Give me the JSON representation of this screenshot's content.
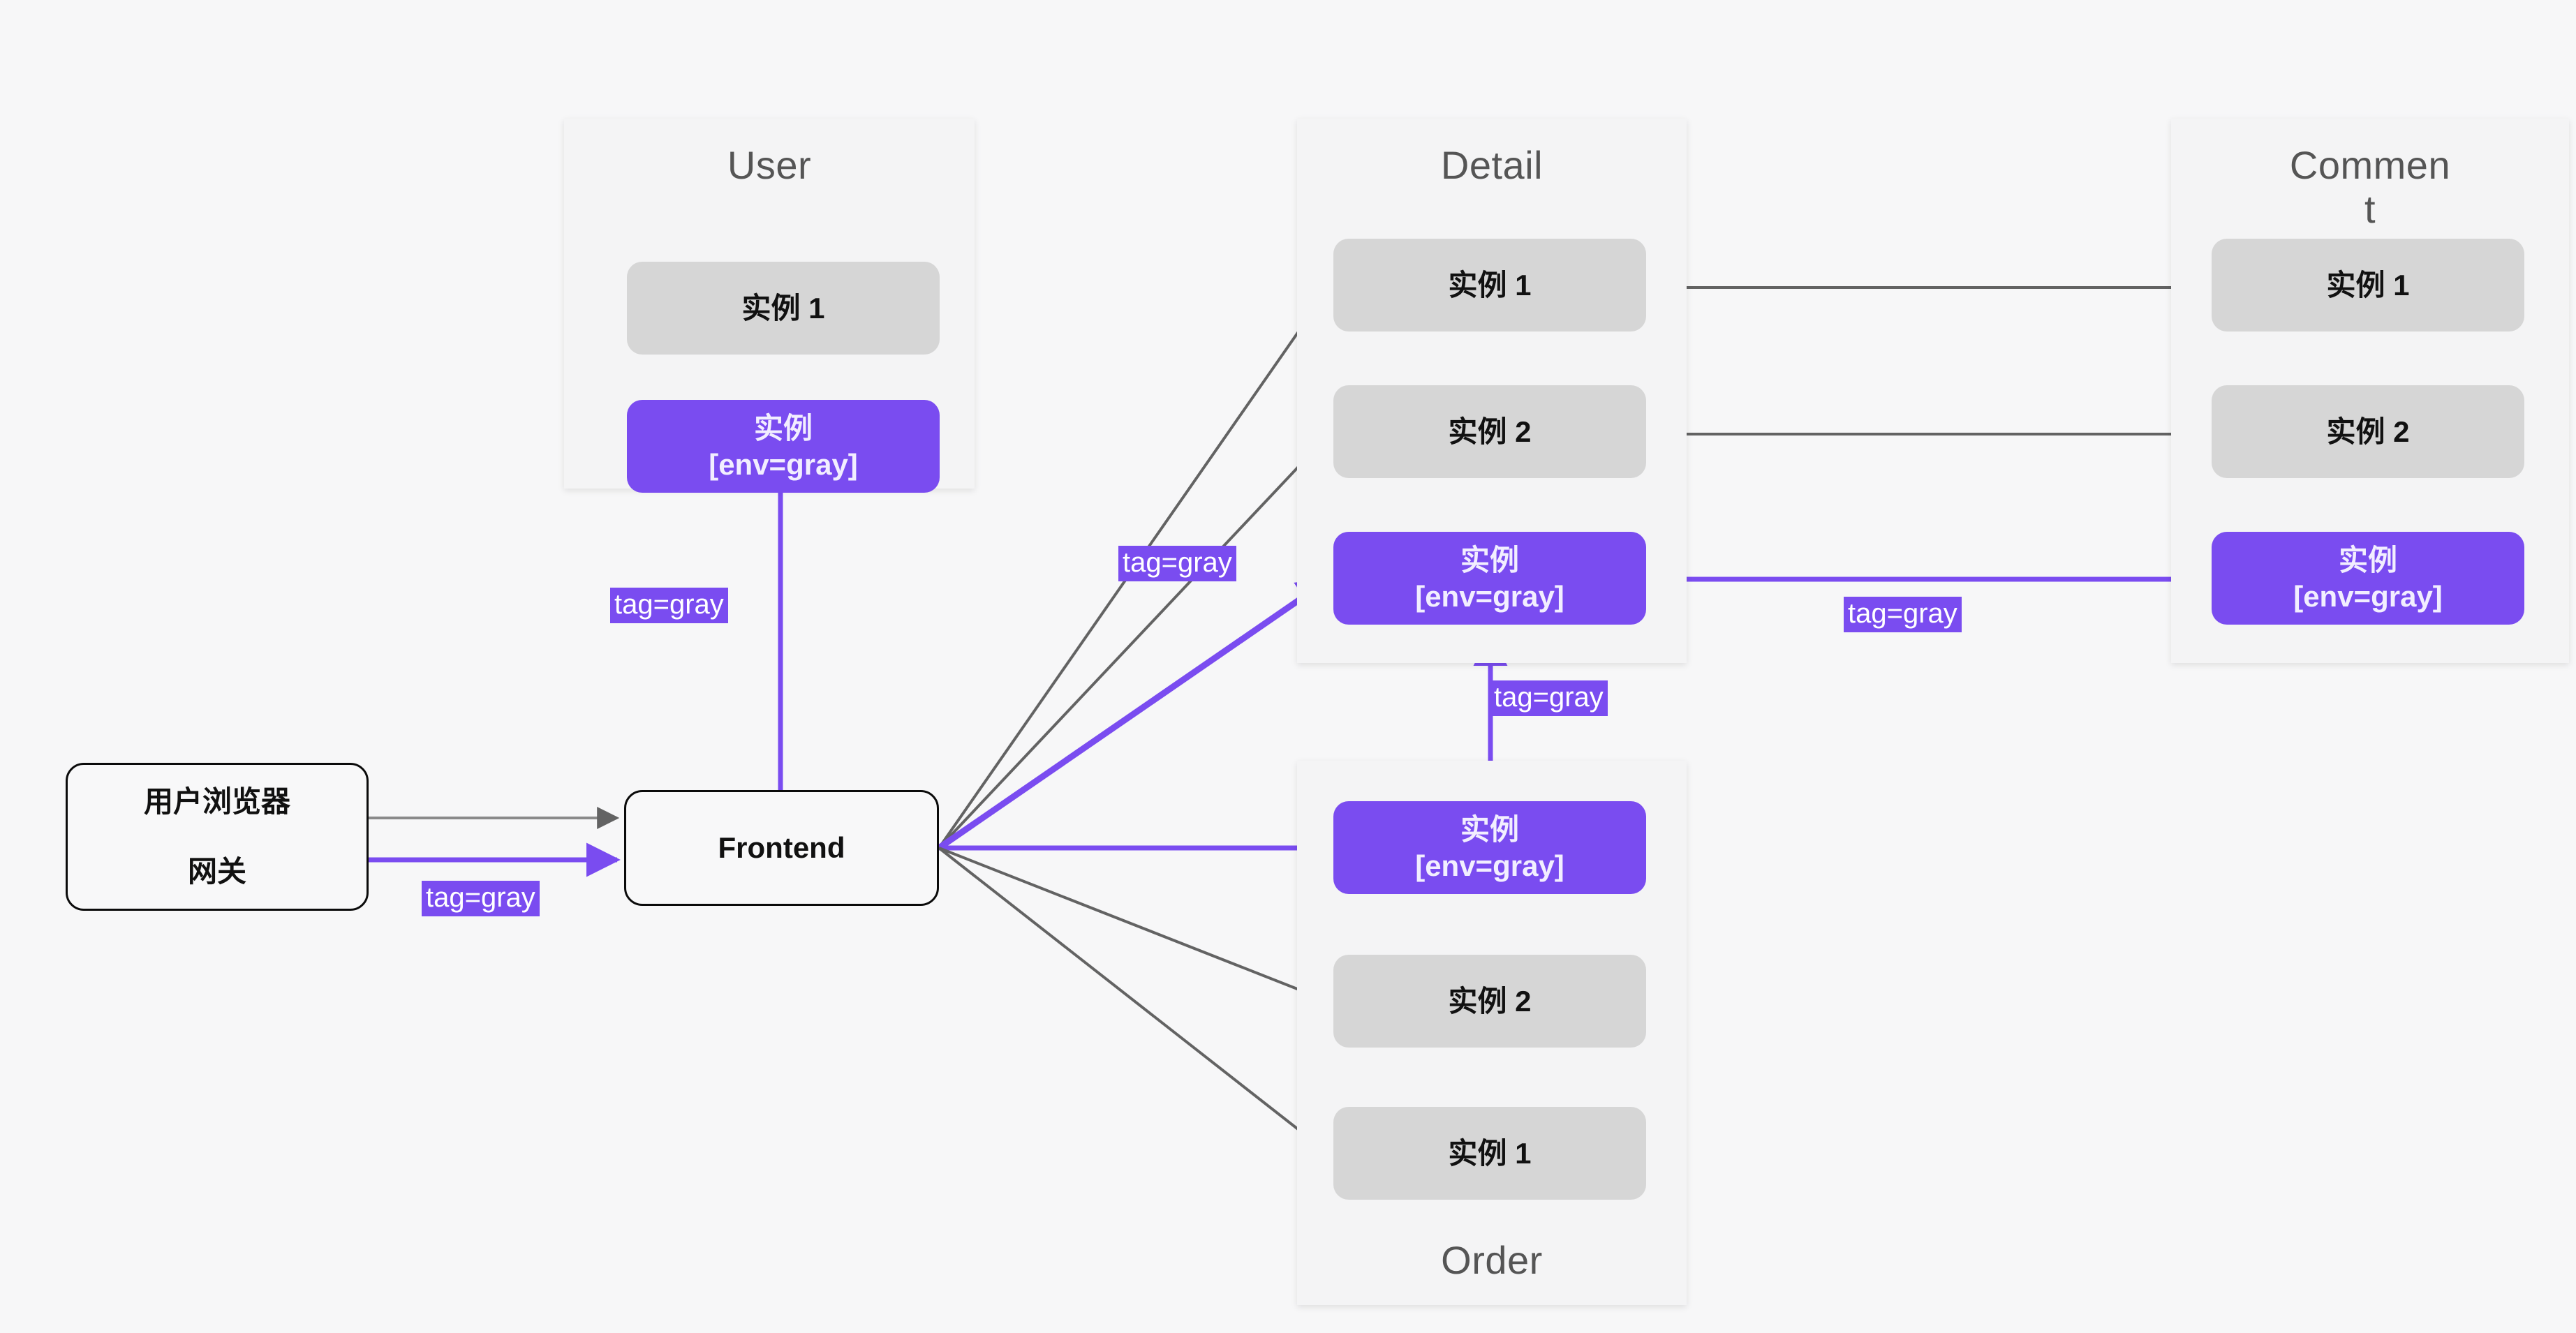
{
  "diagram": {
    "title": "Gray release traffic routing diagram",
    "colors": {
      "canvas_bg": "#f7f7f8",
      "group_bg": "#f4f4f5",
      "instance_normal_bg": "#d6d6d6",
      "instance_gray_bg": "#7a4cf0",
      "edge_gray": "#636363",
      "edge_purple": "#7a4cf0",
      "node_border": "#0b0b0b",
      "group_title_color": "#555555"
    },
    "nodes": {
      "browser": {
        "line1": "用户浏览器",
        "line2": "网关"
      },
      "frontend": {
        "label": "Frontend"
      }
    },
    "groups": [
      {
        "key": "user",
        "title": "User",
        "title_position": "top",
        "instances": [
          {
            "label_line1": "实例 1",
            "label_line2": "",
            "type": "normal"
          },
          {
            "label_line1": "实例",
            "label_line2": "[env=gray]",
            "type": "gray"
          }
        ]
      },
      {
        "key": "detail",
        "title": "Detail",
        "title_position": "top",
        "instances": [
          {
            "label_line1": "实例 1",
            "label_line2": "",
            "type": "normal"
          },
          {
            "label_line1": "实例 2",
            "label_line2": "",
            "type": "normal"
          },
          {
            "label_line1": "实例",
            "label_line2": "[env=gray]",
            "type": "gray"
          }
        ]
      },
      {
        "key": "comment",
        "title": "Commen t",
        "title_line1": "Commen",
        "title_line2": "t",
        "title_position": "top",
        "instances": [
          {
            "label_line1": "实例 1",
            "label_line2": "",
            "type": "normal"
          },
          {
            "label_line1": "实例 2",
            "label_line2": "",
            "type": "normal"
          },
          {
            "label_line1": "实例",
            "label_line2": "[env=gray]",
            "type": "gray"
          }
        ]
      },
      {
        "key": "order",
        "title": "Order",
        "title_position": "bottom",
        "instances": [
          {
            "label_line1": "实例",
            "label_line2": "[env=gray]",
            "type": "gray"
          },
          {
            "label_line1": "实例 2",
            "label_line2": "",
            "type": "normal"
          },
          {
            "label_line1": "实例 1",
            "label_line2": "",
            "type": "normal"
          }
        ]
      }
    ],
    "edge_labels": [
      {
        "key": "browser-frontend",
        "text": "tag=gray"
      },
      {
        "key": "frontend-user-gray",
        "text": "tag=gray"
      },
      {
        "key": "frontend-detail-gray",
        "text": "tag=gray"
      },
      {
        "key": "order-detail-gray",
        "text": "tag=gray"
      },
      {
        "key": "detail-comment-gray",
        "text": "tag=gray"
      }
    ]
  }
}
